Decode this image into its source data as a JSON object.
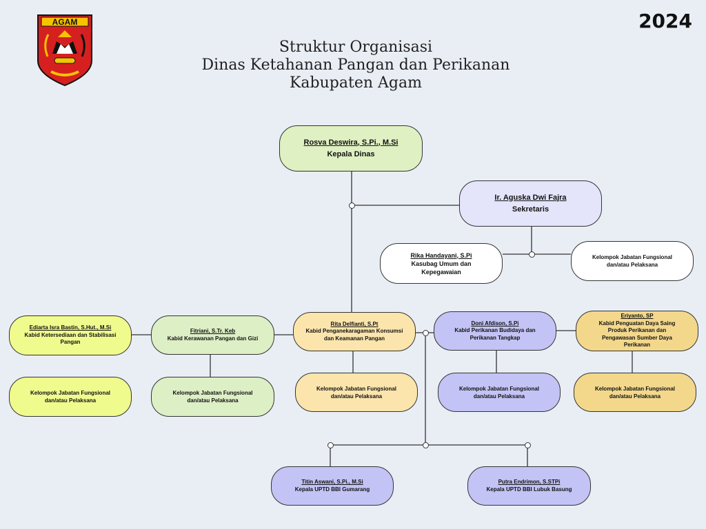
{
  "year": "2024",
  "title": {
    "line1": "Struktur Organisasi",
    "line2": "Dinas Ketahanan Pangan dan Perikanan",
    "line3": "Kabupaten Agam"
  },
  "logo": {
    "text": "AGAM",
    "icon": "agam-regency-emblem"
  },
  "colors": {
    "green": "#dff0c2",
    "lavender": "#e4e4fb",
    "yellow_green": "#f0fb8e",
    "light_green": "#ddefc5",
    "peach": "#fbe5ac",
    "periwinkle": "#c3c3f5",
    "gold": "#f3d88c",
    "white": "#ffffff"
  },
  "nodes": {
    "kepala": {
      "name": "Rosva Deswira, S.Pi., M.Si",
      "title": "Kepala Dinas"
    },
    "sekretaris": {
      "name": "Ir. Aguska Dwi Fajra",
      "title": "Sekretaris"
    },
    "kasubag": {
      "name": "Rika Handayani, S.Pi",
      "title": "Kasubag Umum dan Kepegawaian"
    },
    "sekretariat_group": {
      "title": "Kelompok Jabatan Fungsional dan/atau Pelaksana"
    },
    "ketersediaan": {
      "name": "Ediarta Isra Bastin, S.Hut., M.Si",
      "title": "Kabid Ketersediaan dan Stabilisasi Pangan"
    },
    "kerawanan": {
      "name": "Fitriani, S.Tr. Keb",
      "title": "Kabid Kerawanan Pangan dan Gizi"
    },
    "penganekaragaman": {
      "name": "Rita Delfianti, S.Pt",
      "title": "Kabid Penganekaragaman Konsumsi dan Keamanan Pangan"
    },
    "budidaya": {
      "name": "Doni Afdison, S.Pi",
      "title": "Kabid Perikanan Budidaya dan Perikanan Tangkap"
    },
    "daya_saing": {
      "name": "Eriyanto, SP",
      "title": "Kabid Penguatan Daya Saing Produk Perikanan dan Pengawasan Sumber Daya Perikanan"
    },
    "group1": {
      "title": "Kelompok Jabatan Fungsional dan/atau Pelaksana"
    },
    "group2": {
      "title": "Kelompok Jabatan Fungsional dan/atau Pelaksana"
    },
    "group3": {
      "title": "Kelompok Jabatan Fungsional dan/atau Pelaksana"
    },
    "group4": {
      "title": "Kelompok Jabatan Fungsional dan/atau Pelaksana"
    },
    "group5": {
      "title": "Kelompok Jabatan Fungsional dan/atau Pelaksana"
    },
    "uptd_gumarang": {
      "name": "Titin Aswani, S.Pi., M.Si",
      "title": "Kepala UPTD BBI Gumarang"
    },
    "uptd_lubuk_basung": {
      "name": "Putra Endrimon, S.STPi",
      "title": "Kepala UPTD BBI Lubuk Basung"
    }
  }
}
